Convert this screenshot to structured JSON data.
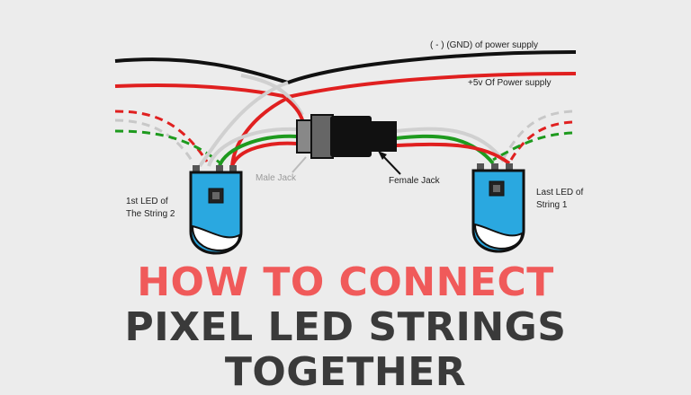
{
  "labels": {
    "gnd": "(  - ) (GND) of power supply",
    "vcc": "+5v Of Power supply",
    "male_jack": "Male Jack",
    "female_jack": "Female Jack",
    "first_led_line1": "1st LED of",
    "first_led_line2": "The String 2",
    "last_led_line1": "Last LED of",
    "last_led_line2": "String 1"
  },
  "title": {
    "line1": "HOW TO CONNECT",
    "line2": "PIXEL LED STRINGS TOGETHER"
  },
  "colors": {
    "title_accent": "#f05a5a",
    "title_dark": "#3a3a3a",
    "gnd_wire": "#111111",
    "vcc_wire": "#e02020",
    "data_wire": "#1e9a1e",
    "gray_wire": "#cccccc",
    "led_body": "#2aa8e0"
  }
}
